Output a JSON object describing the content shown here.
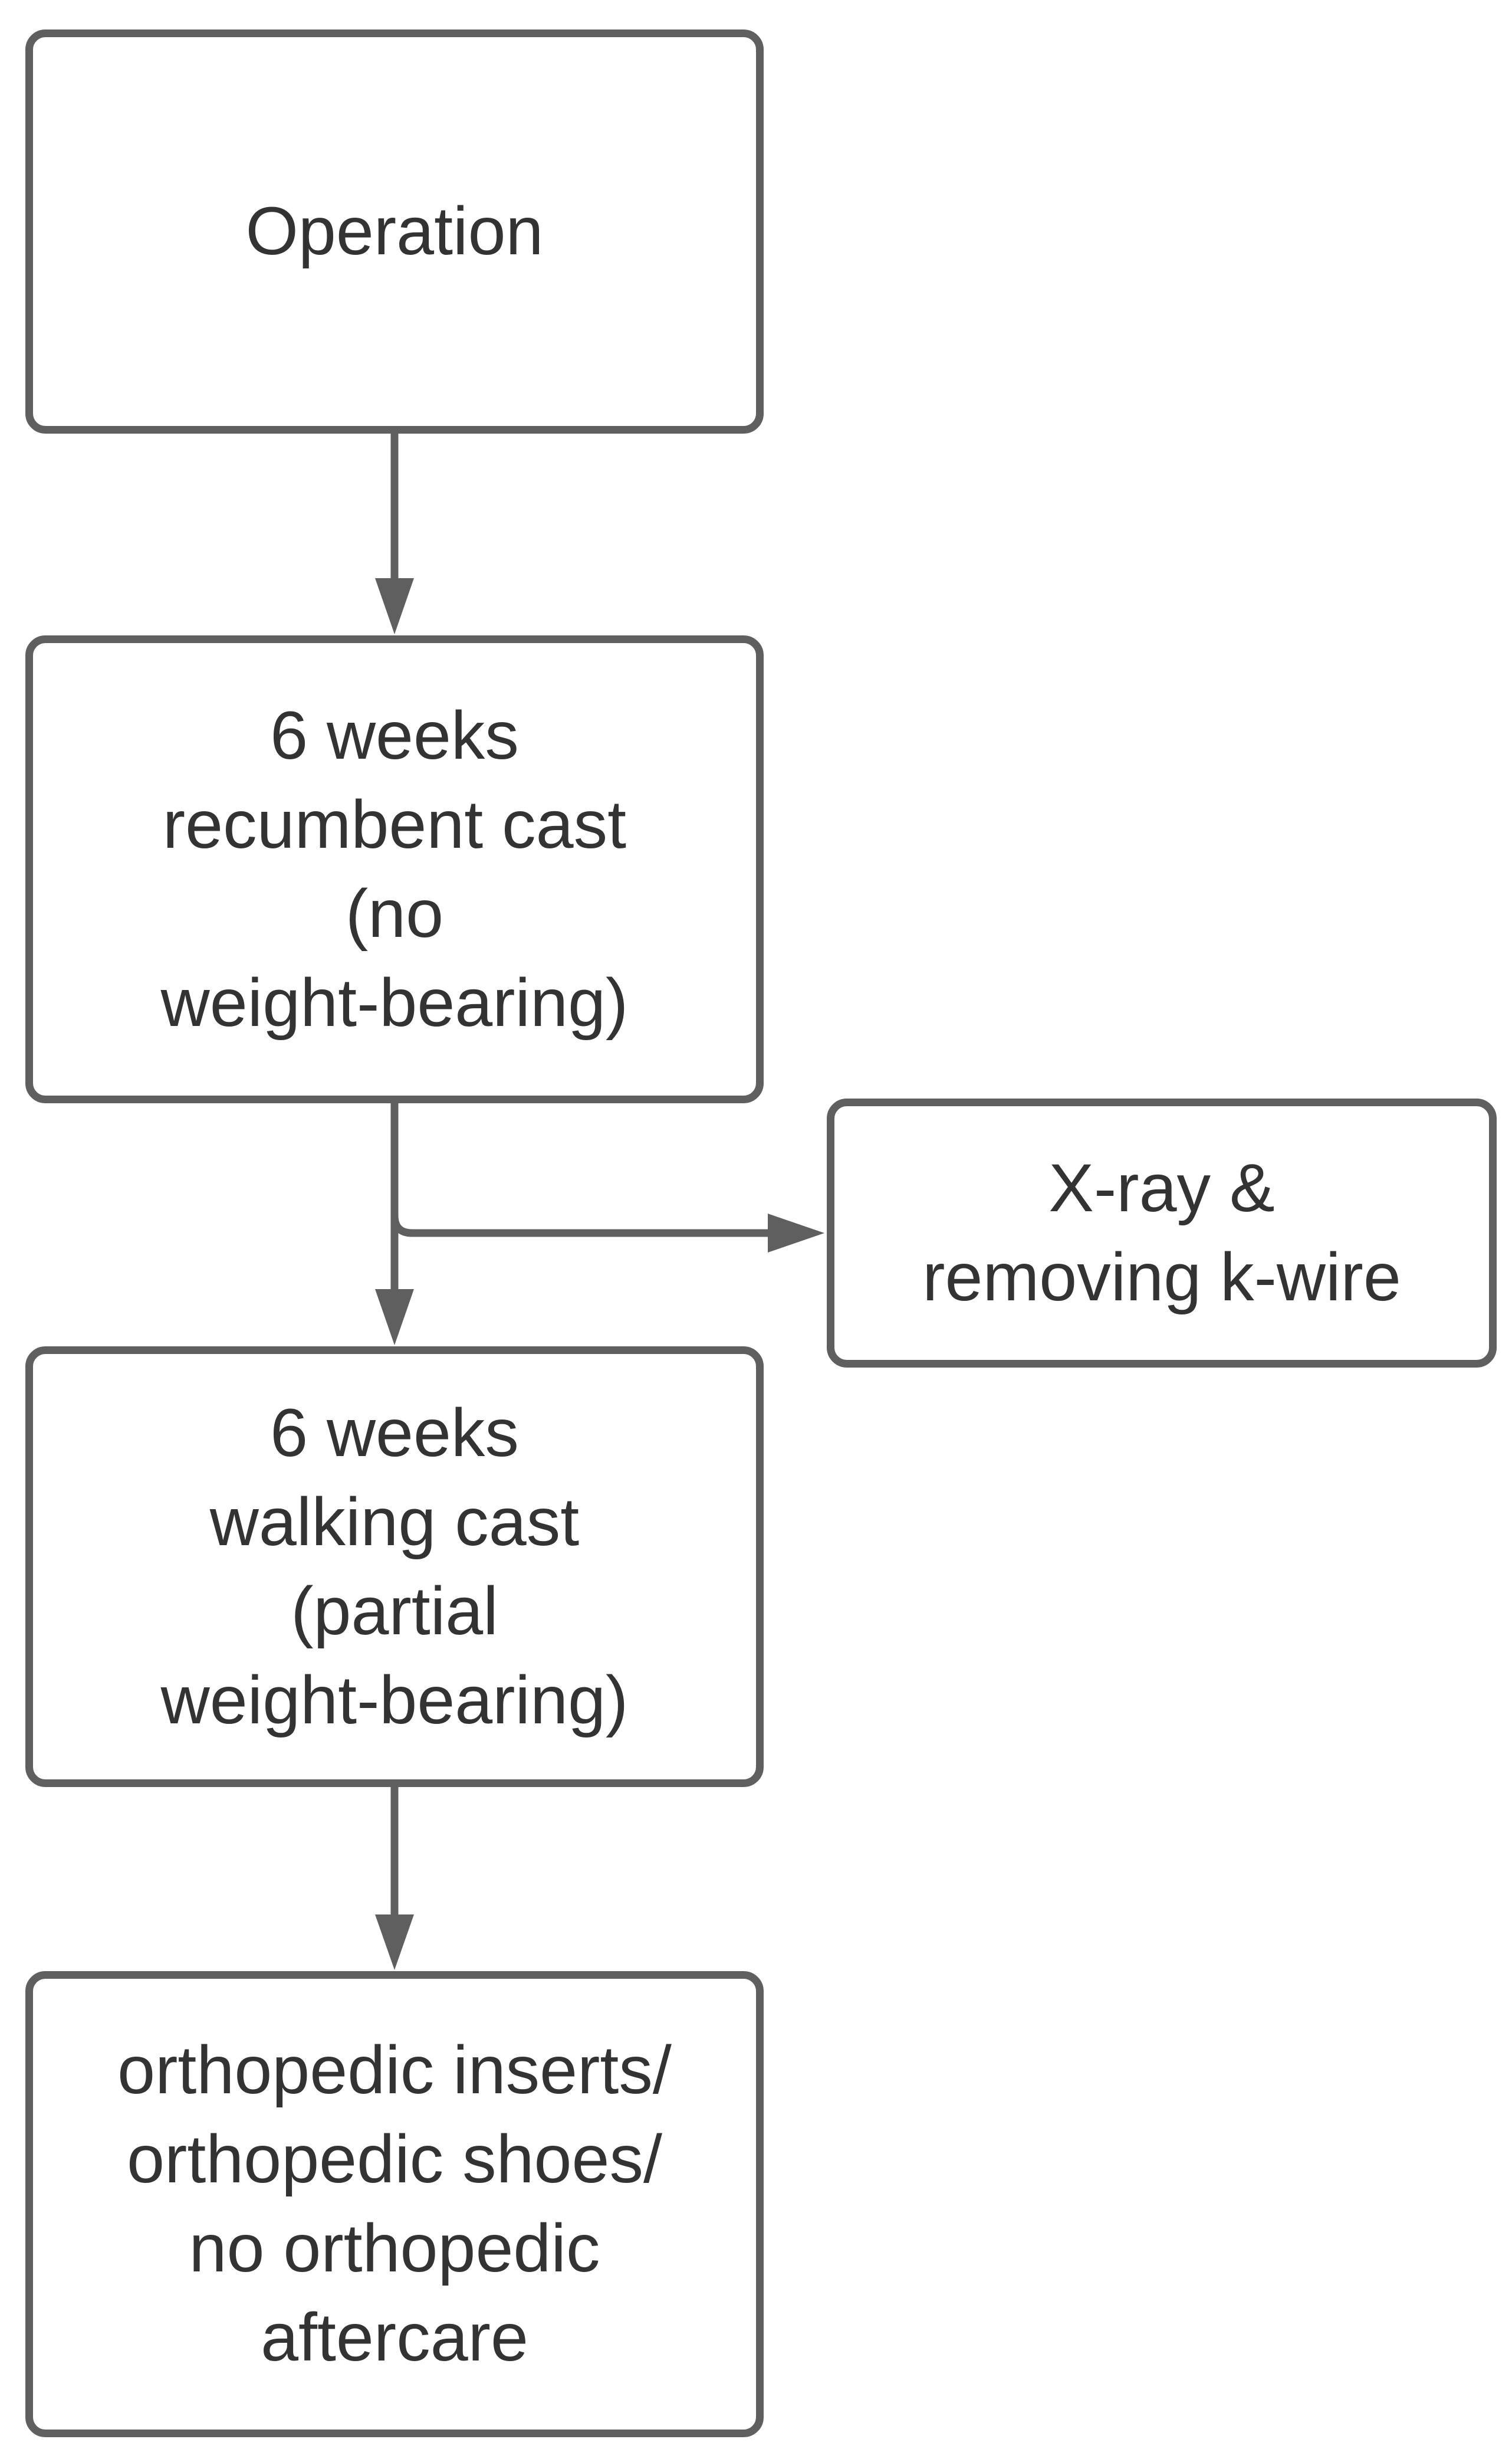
{
  "diagram": {
    "colors": {
      "stroke": "#5f5f5f",
      "text": "#333333",
      "background": "#ffffff"
    },
    "boxes": {
      "operation": {
        "label": "Operation"
      },
      "recumbent": {
        "label": "6 weeks\nrecumbent cast\n(no\nweight-bearing)"
      },
      "xray": {
        "label": "X-ray &\nremoving k-wire"
      },
      "walking": {
        "label": "6 weeks\nwalking cast\n(partial\nweight-bearing)"
      },
      "aftercare": {
        "label": "orthopedic inserts/\northopedic shoes/\nno orthopedic\naftercare"
      }
    },
    "edges": [
      {
        "from": "operation",
        "to": "recumbent"
      },
      {
        "from": "recumbent",
        "to": "walking"
      },
      {
        "from": "recumbent",
        "to": "xray"
      },
      {
        "from": "walking",
        "to": "aftercare"
      }
    ]
  }
}
